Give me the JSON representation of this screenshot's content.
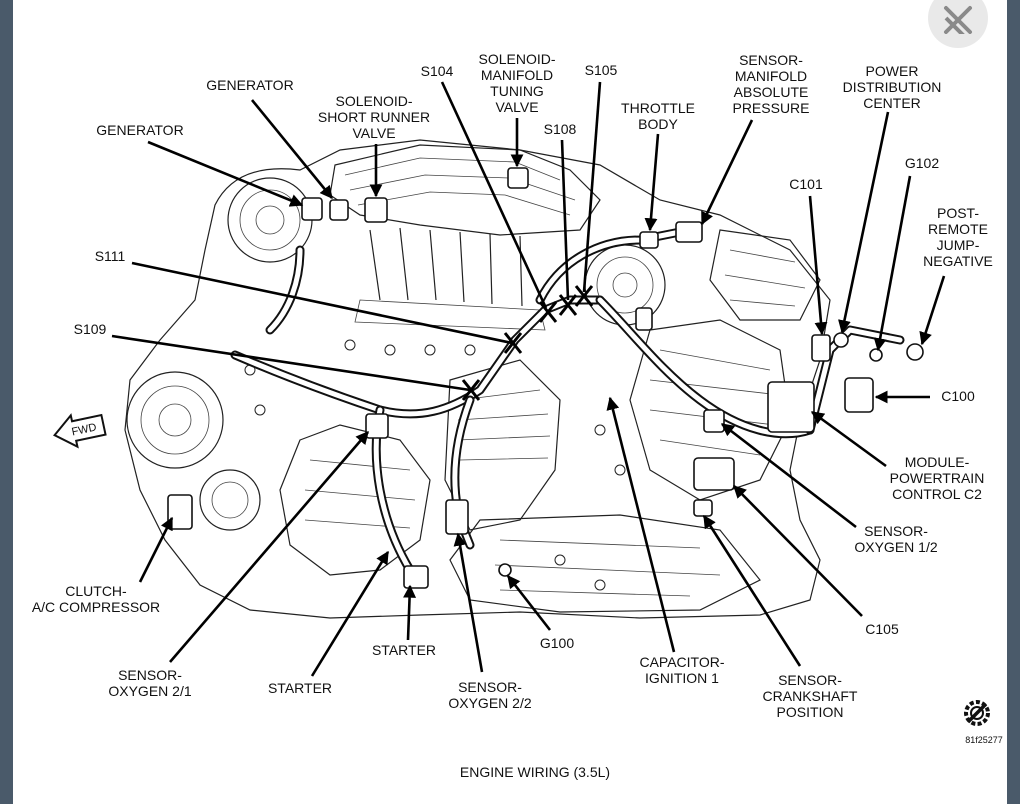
{
  "diagram": {
    "caption": "ENGINE WIRING (3.5L)",
    "figure_id": "81f25277",
    "fwd_label": "FWD",
    "labels": {
      "generator_1": [
        "GENERATOR"
      ],
      "generator_2": [
        "GENERATOR"
      ],
      "solenoid_short_runner": [
        "SOLENOID-",
        "SHORT RUNNER",
        "VALVE"
      ],
      "s104": [
        "S104"
      ],
      "solenoid_manifold_tuning": [
        "SOLENOID-",
        "MANIFOLD",
        "TUNING",
        "VALVE"
      ],
      "s105": [
        "S105"
      ],
      "s108": [
        "S108"
      ],
      "throttle_body": [
        "THROTTLE",
        "BODY"
      ],
      "sensor_map": [
        "SENSOR-",
        "MANIFOLD",
        "ABSOLUTE",
        "PRESSURE"
      ],
      "power_distribution": [
        "POWER",
        "DISTRIBUTION",
        "CENTER"
      ],
      "g102": [
        "G102"
      ],
      "c101": [
        "C101"
      ],
      "post_remote": [
        "POST-",
        "REMOTE",
        "JUMP-",
        "NEGATIVE"
      ],
      "s111": [
        "S111"
      ],
      "s109": [
        "S109"
      ],
      "c100": [
        "C100"
      ],
      "module_pcm": [
        "MODULE-",
        "POWERTRAIN",
        "CONTROL C2"
      ],
      "sensor_o2_12": [
        "SENSOR-",
        "OXYGEN 1/2"
      ],
      "clutch_ac": [
        "CLUTCH-",
        "A/C COMPRESSOR"
      ],
      "c105": [
        "C105"
      ],
      "g100": [
        "G100"
      ],
      "starter_1": [
        "STARTER"
      ],
      "capacitor_ignition": [
        "CAPACITOR-",
        "IGNITION 1"
      ],
      "sensor_crankshaft": [
        "SENSOR-",
        "CRANKSHAFT",
        "POSITION"
      ],
      "sensor_o2_21": [
        "SENSOR-",
        "OXYGEN 2/1"
      ],
      "starter_2": [
        "STARTER"
      ],
      "sensor_o2_22": [
        "SENSOR-",
        "OXYGEN 2/2"
      ]
    }
  },
  "ui": {
    "close_icon": "close-icon",
    "service_icon": "gear-wrench-icon"
  }
}
